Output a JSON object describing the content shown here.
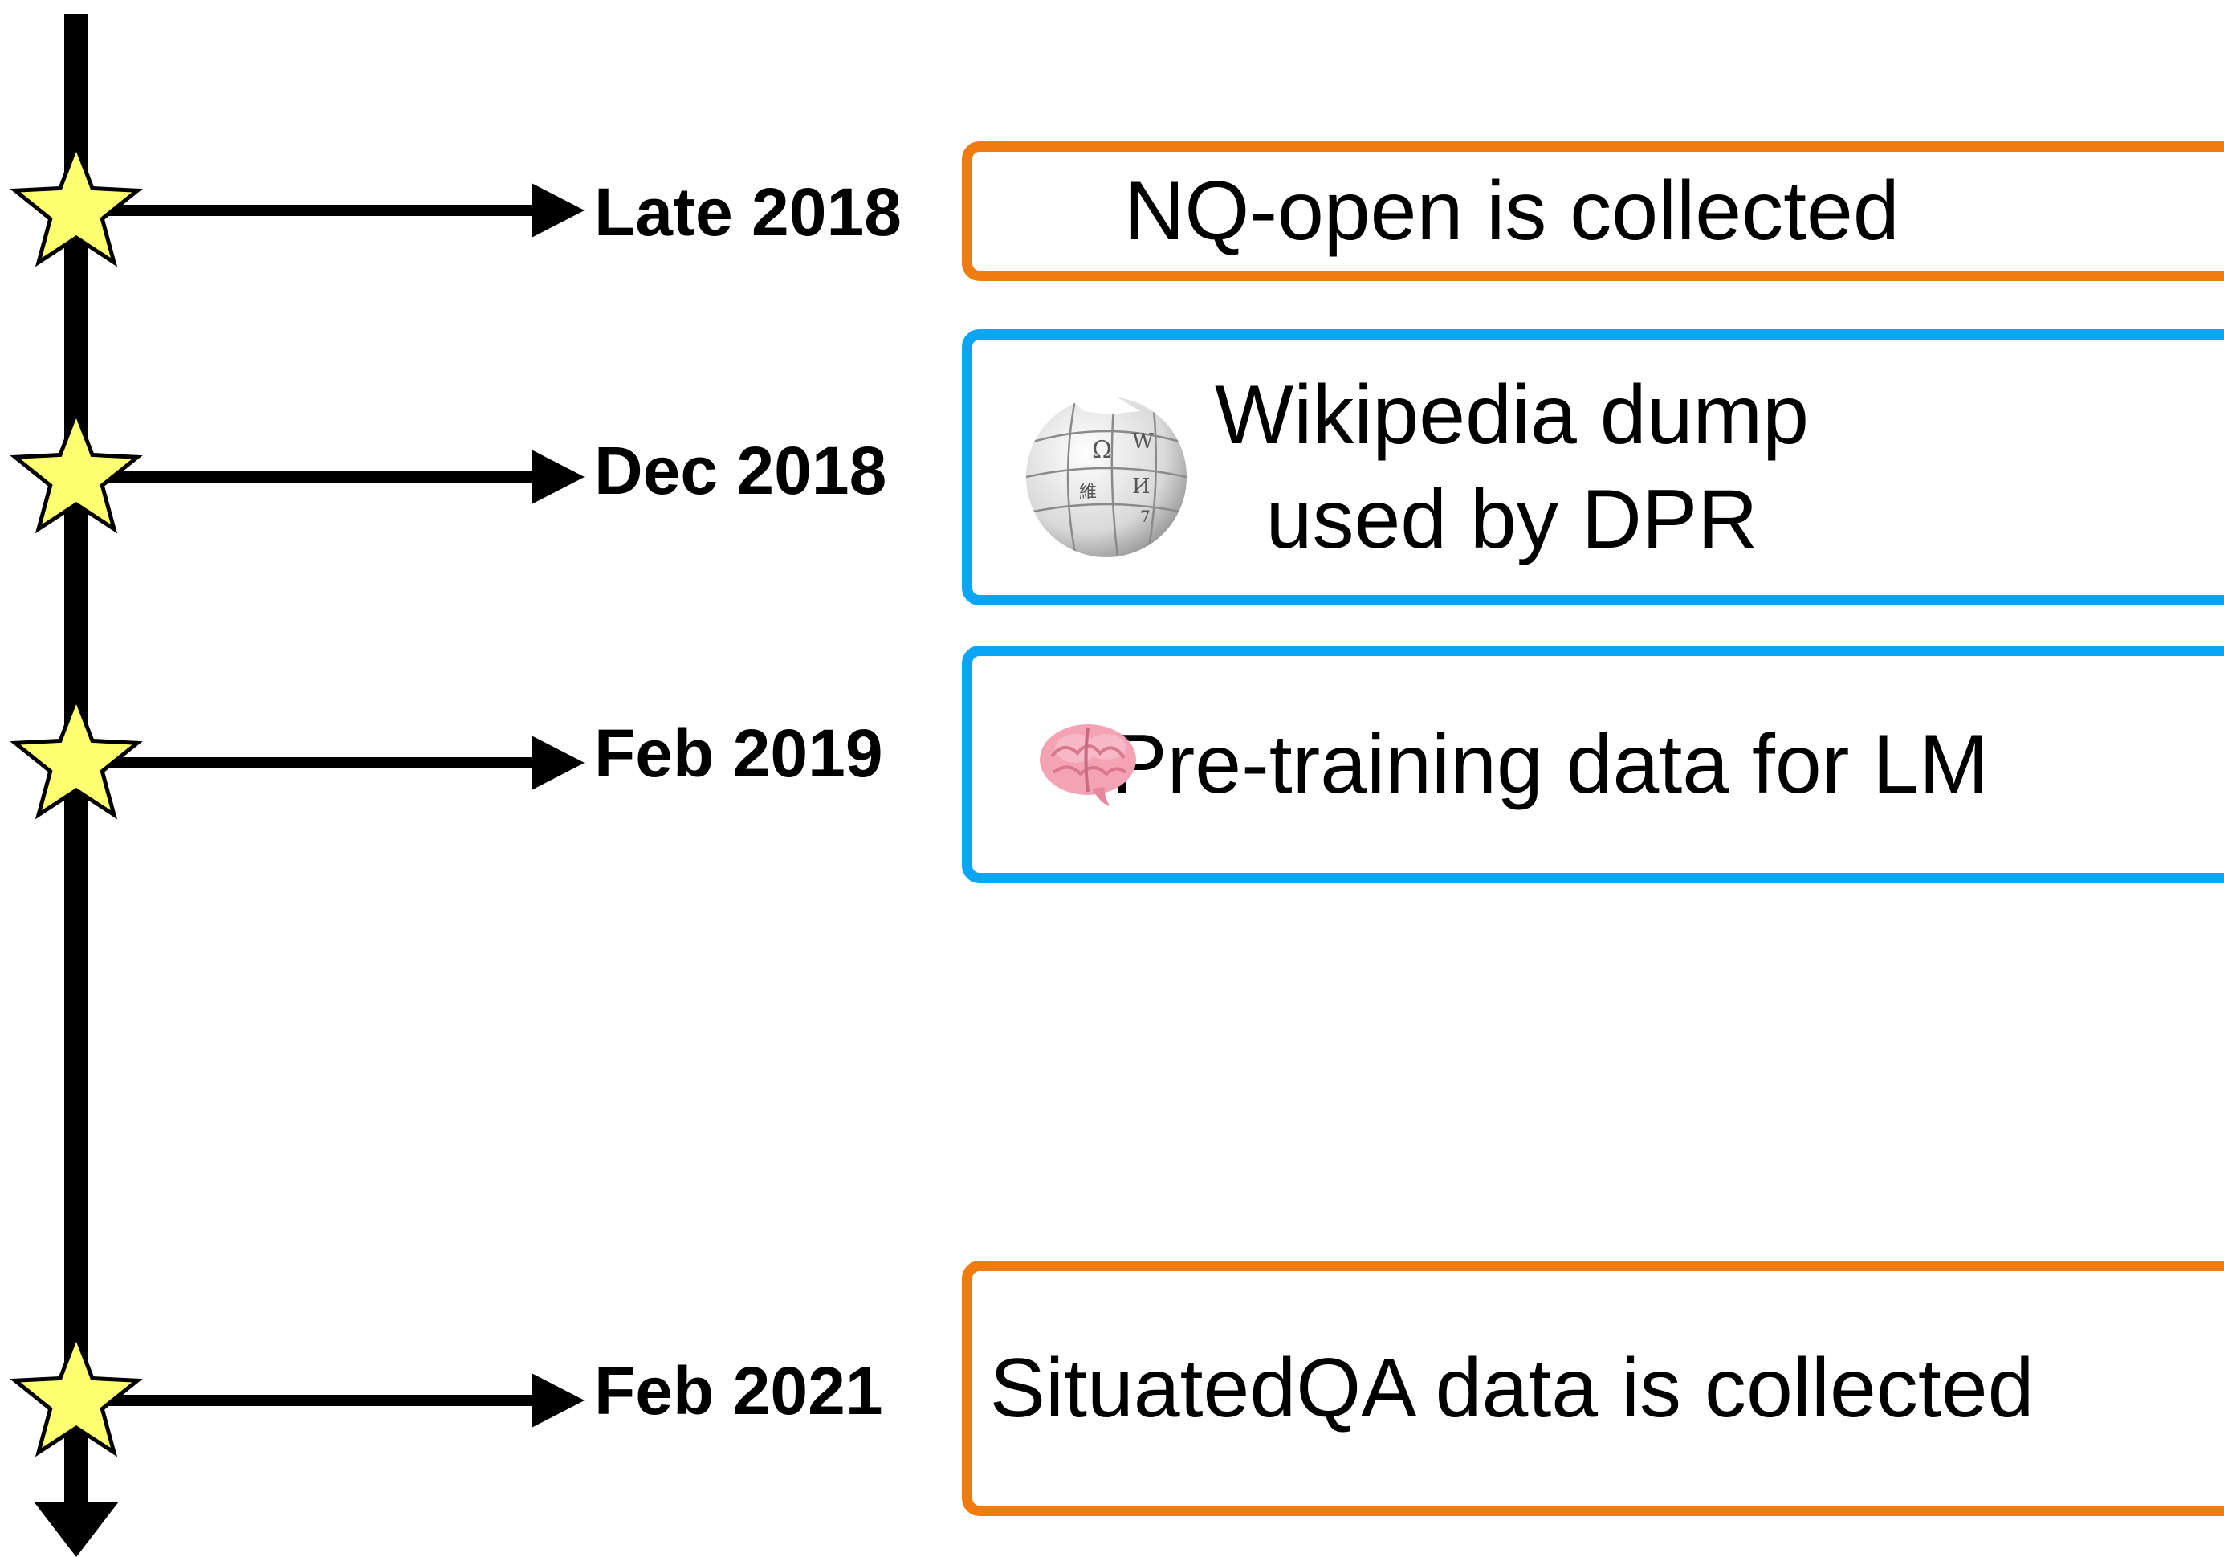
{
  "colors": {
    "orange": "#F07C0F",
    "blue": "#0AA5F5",
    "star_fill": "#FFFF72",
    "line": "#000000"
  },
  "events": [
    {
      "date": "Late 2018",
      "text_lines": [
        "NQ-open is collected"
      ],
      "border": "orange",
      "icon": ""
    },
    {
      "date": "Dec 2018",
      "text_lines": [
        "Wikipedia dump",
        "used by DPR"
      ],
      "border": "blue",
      "icon": "wikipedia-globe-icon"
    },
    {
      "date": "Feb 2019",
      "text_lines": [
        "Pre-training data for LM"
      ],
      "border": "blue",
      "icon": "brain-icon"
    },
    {
      "date": "Feb 2021",
      "text_lines": [
        "SituatedQA data is collected"
      ],
      "border": "orange",
      "icon": ""
    }
  ]
}
